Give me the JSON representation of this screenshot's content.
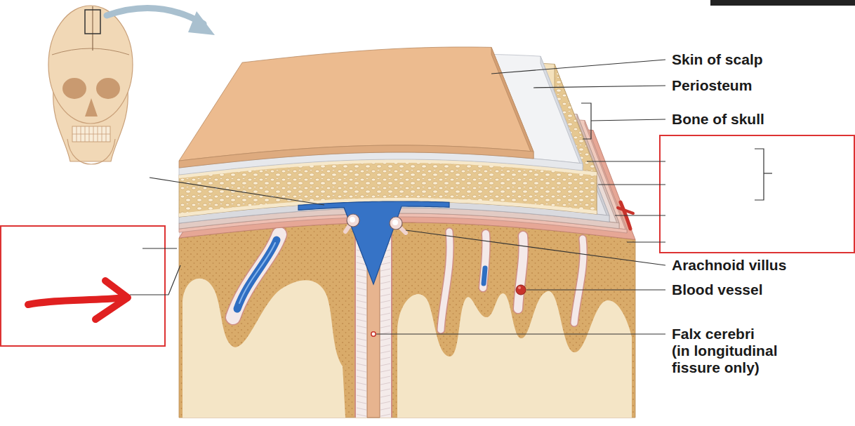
{
  "diagram": {
    "labels": [
      "Skin of scalp",
      "Periosteum",
      "Bone of skull",
      "Arachnoid villus",
      "Blood vessel",
      "Falx cerebri",
      "(in longitudinal fissure only)"
    ]
  }
}
